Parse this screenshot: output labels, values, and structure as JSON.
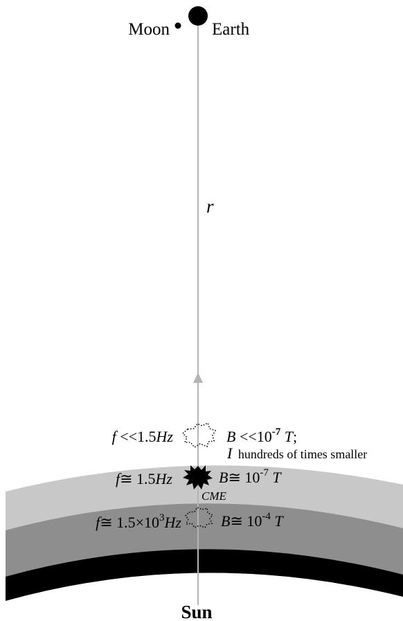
{
  "bodies": {
    "moon_label": "Moon",
    "earth_label": "Earth",
    "sun_label": "Sun"
  },
  "distance_label": "r",
  "cme_label": "CME",
  "layers": [
    {
      "zone": "outer",
      "frequency": {
        "symbol": "f",
        "relation": "<<",
        "value": "1.5",
        "unit": "Hz"
      },
      "field": {
        "symbol": "B",
        "relation": "<<",
        "base": "10",
        "exponent": "-7",
        "unit": "T",
        "suffix": ";"
      },
      "note": {
        "symbol": "I",
        "text": "hundreds of times smaller"
      }
    },
    {
      "zone": "light",
      "frequency": {
        "symbol": "f",
        "relation": "≅",
        "value": "1.5",
        "unit": "Hz"
      },
      "field": {
        "symbol": "B",
        "relation": "≅",
        "base": "10",
        "exponent": "-7",
        "unit": "T"
      }
    },
    {
      "zone": "dark",
      "frequency": {
        "symbol": "f",
        "relation": "≅",
        "value": "1.5×10",
        "exponent": "3",
        "unit": "Hz"
      },
      "field": {
        "symbol": "B",
        "relation": "≅",
        "base": "10",
        "exponent": "-4",
        "unit": "T"
      }
    }
  ],
  "colors": {
    "light_layer": "#c8c8c8",
    "dark_layer": "#8e8e8e",
    "surface": "#000000",
    "axis_line": "#b4b4b4",
    "bodies": "#000000"
  }
}
